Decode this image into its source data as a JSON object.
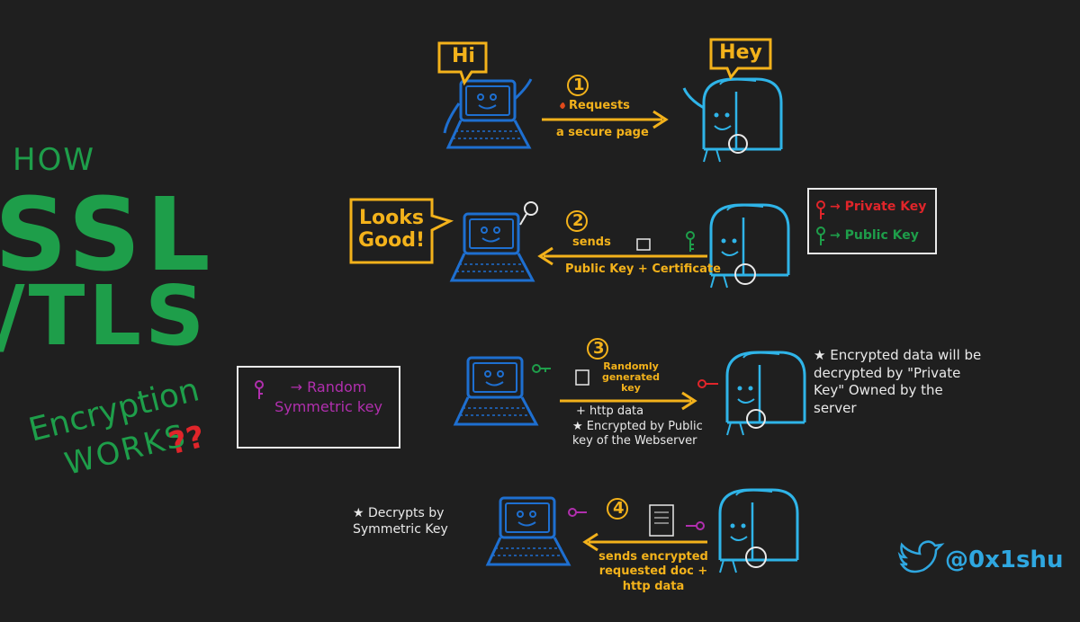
{
  "title": {
    "how": "HOW",
    "ssl": "SSL",
    "tls": "/TLS",
    "encryption": "Encryption",
    "works": "WORKS",
    "question_marks": "??"
  },
  "step1": {
    "number": "1",
    "client_bubble": "Hi",
    "server_bubble": "Hey",
    "label_top": "Requests",
    "label_bottom": "a secure page"
  },
  "step2": {
    "number": "2",
    "client_bubble": "Looks Good!",
    "label_top": "sends",
    "label_bottom": "Public Key + Certificate"
  },
  "legend": {
    "private": "→ Private Key",
    "public": "→ Public Key"
  },
  "step3": {
    "number": "3",
    "label_key": "Randomly generated key",
    "label_bottom": "+ http data",
    "note_star": "Encrypted by Public key of the Webserver",
    "server_note": "Encrypted data will be decrypted by \"Private Key\" Owned by the server"
  },
  "symmetric_legend": {
    "text": "→ Random Symmetric key"
  },
  "step4": {
    "number": "4",
    "client_note": "Decrypts by Symmetric Key",
    "label": "sends encrypted requested doc + http data"
  },
  "twitter": {
    "handle": "@0x1shu",
    "icon": "twitter-bird-icon"
  },
  "colors": {
    "background": "#1f1f1f",
    "green": "#1e9e4a",
    "orange": "#f3b21b",
    "blue_client": "#1e6fd0",
    "blue_server": "#2fb4e8",
    "red": "#e0252a",
    "magenta": "#b12fae",
    "white": "#e9e9e9"
  }
}
